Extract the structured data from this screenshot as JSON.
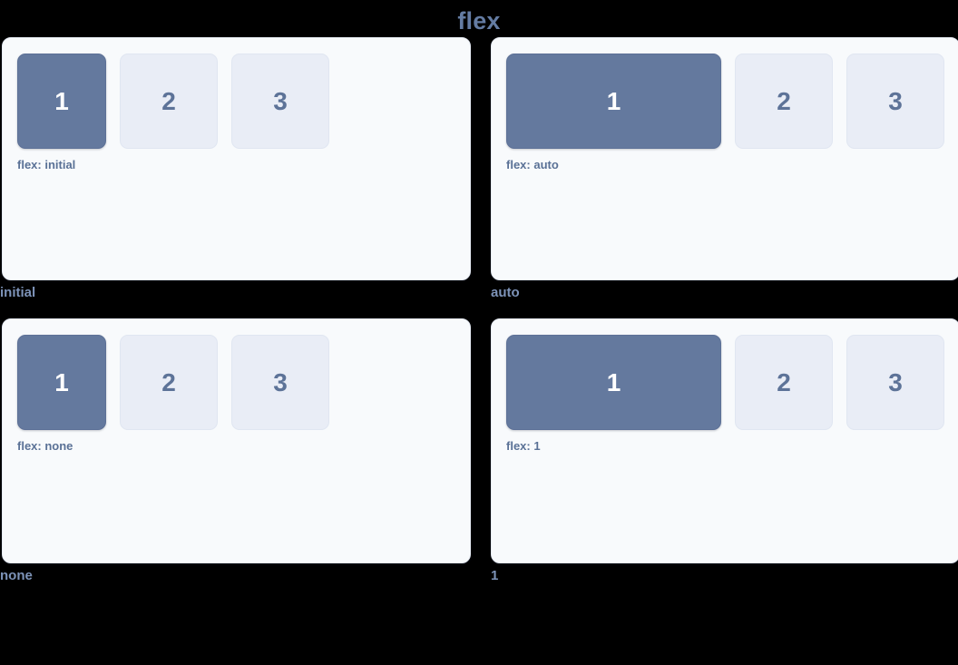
{
  "title": "flex",
  "theme": {
    "page_background": "#000000",
    "panel_background": "#f8fafc",
    "panel_border": "#e6ebf3",
    "title_color": "#647ca3",
    "caption_color": "#7d93b8",
    "label_color": "#5a7196",
    "box_primary_background": "#64799e",
    "box_primary_text": "#ffffff",
    "box_muted_background": "#e9edf6",
    "box_muted_text": "#5d7398"
  },
  "demos": [
    {
      "caption": "initial",
      "label": "flex: initial",
      "flex_value": "initial",
      "boxes": [
        {
          "text": "1",
          "style": "primary"
        },
        {
          "text": "2",
          "style": "muted"
        },
        {
          "text": "3",
          "style": "muted"
        }
      ]
    },
    {
      "caption": "auto",
      "label": "flex: auto",
      "flex_value": "auto",
      "boxes": [
        {
          "text": "1",
          "style": "primary"
        },
        {
          "text": "2",
          "style": "muted"
        },
        {
          "text": "3",
          "style": "muted"
        }
      ]
    },
    {
      "caption": "none",
      "label": "flex: none",
      "flex_value": "none",
      "boxes": [
        {
          "text": "1",
          "style": "primary"
        },
        {
          "text": "2",
          "style": "muted"
        },
        {
          "text": "3",
          "style": "muted"
        }
      ]
    },
    {
      "caption": "1",
      "label": "flex: 1",
      "flex_value": "1",
      "boxes": [
        {
          "text": "1",
          "style": "primary"
        },
        {
          "text": "2",
          "style": "muted"
        },
        {
          "text": "3",
          "style": "muted"
        }
      ]
    }
  ]
}
